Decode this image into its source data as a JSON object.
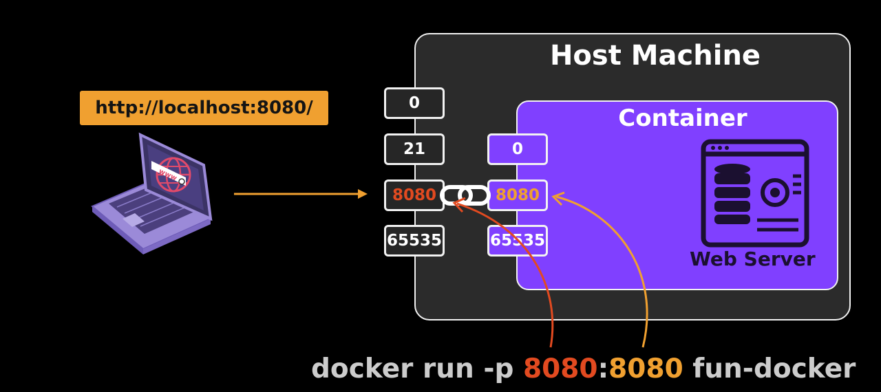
{
  "client": {
    "url": "http://localhost:8080/",
    "laptop_icon": "laptop-browser-icon",
    "screen_text": "www"
  },
  "host": {
    "title": "Host Machine",
    "ports": [
      "0",
      "21",
      "8080",
      "65535"
    ]
  },
  "container": {
    "title": "Container",
    "ports": [
      "0",
      "8080",
      "65535"
    ],
    "server_label": "Web Server",
    "server_icon": "web-server-database-icon"
  },
  "command": {
    "prefix": "docker run -p ",
    "host_port": "8080",
    "separator": ":",
    "container_port": "8080",
    "suffix": " fun-docker"
  },
  "colors": {
    "background": "#000000",
    "host_fill": "#2b2b2b",
    "container_fill": "#8040ff",
    "url_label": "#f0a030",
    "host_port_highlight": "#e24a20",
    "container_port_highlight": "#f0a030",
    "command_text": "#cccccc"
  }
}
